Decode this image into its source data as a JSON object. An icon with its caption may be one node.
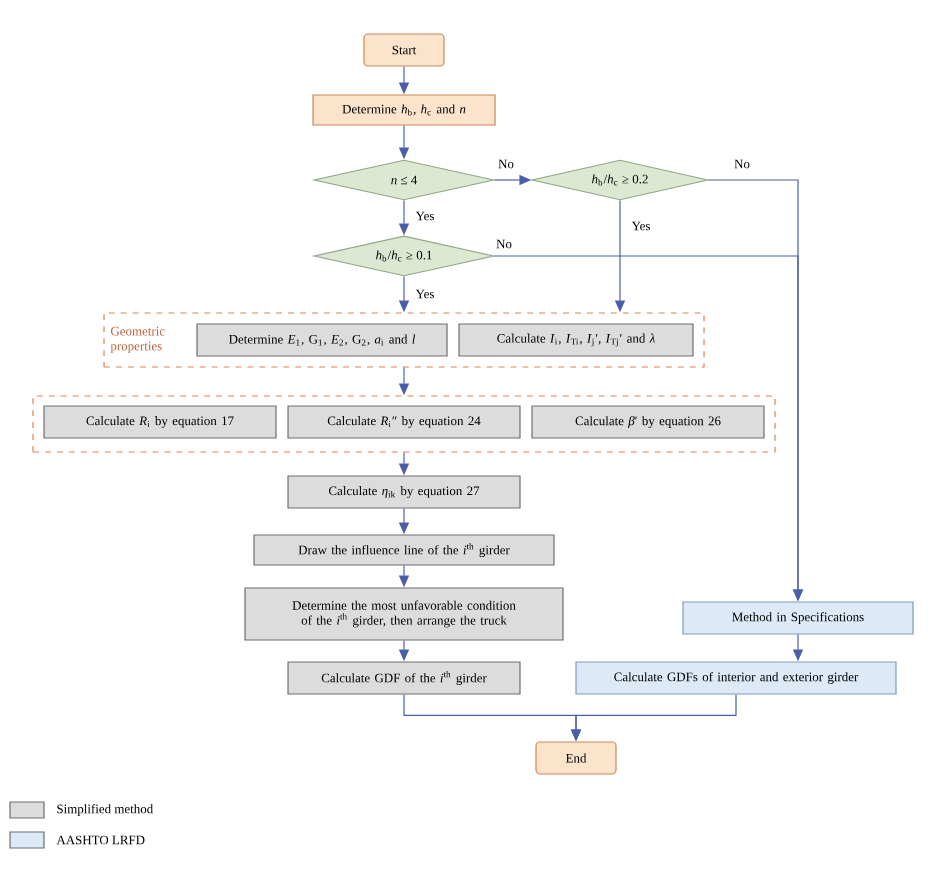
{
  "diagram": {
    "nodes": [
      {
        "text": [
          "Start"
        ]
      },
      {
        "text": [
          "Determine *h*$_{b}$, *h*$_{c}$ and *n*"
        ]
      },
      {
        "text": [
          "*n* ≤ 4"
        ]
      },
      {
        "text": [
          "*h*$_{b}$/*h*$_{c}$ ≥ 0.2"
        ]
      },
      {
        "text": [
          "*h*$_{b}$/*h*$_{c}$ ≥ 0.1"
        ]
      },
      {
        "text": [
          "Geometric properties"
        ]
      },
      {
        "text": [
          "Determine *E*$_{1}$, G$_{1}$, *E*$_{2}$, G$_{2}$, *a*$_{i}$ and *l*"
        ],
        "in": 5
      },
      {
        "text": [
          "Calculate *I*$_{i}$, *I*$_{Ti}$, *I*$_{j}$′, *I*$_{Tj}$′ and *λ*"
        ],
        "in": 5
      },
      {
        "text": [],
        "shape": "box"
      },
      {
        "text": [
          "Calculate *R*$_{i}$ by equation 17"
        ],
        "in": 8
      },
      {
        "text": [
          "Calculate *R*$_{i}$″ by equation 24"
        ],
        "in": 8
      },
      {
        "text": [
          "Calculate *β*′ by equation 26"
        ],
        "in": 8
      },
      {
        "text": [
          "Calculate *η*$_{ik}$ by equation 27"
        ]
      },
      {
        "text": [
          "Draw the influence line of the *i*$^{th}$ girder"
        ]
      },
      {
        "text": [
          "Determine the most unfavorable condition of the *i*$^{th}$ girder, then arrange the truck"
        ]
      },
      {
        "text": [
          "Calculate GDF of the *i*$^{th}$ girder"
        ]
      },
      {
        "text": [
          "Method in Specifications"
        ]
      },
      {
        "text": [
          "Calculate GDFs of interior and exterior girder"
        ]
      },
      {
        "text": [
          "End"
        ]
      }
    ],
    "edges": [
      {
        "from": 0,
        "to": 1,
        "arrow": "to"
      },
      {
        "from": 1,
        "to": 2,
        "arrow": "to"
      },
      {
        "from": 2,
        "to": 3,
        "arrow": "to",
        "label": "No"
      },
      {
        "from": 2,
        "to": 4,
        "arrow": "to",
        "label": "Yes"
      },
      {
        "from": 3,
        "to": 16,
        "arrow": "to",
        "label": "No"
      },
      {
        "from": 3,
        "to": 5,
        "arrow": "to",
        "label": "Yes"
      },
      {
        "from": 4,
        "to": 16,
        "arrow": "to",
        "label": "No"
      },
      {
        "from": 4,
        "to": 5,
        "arrow": "to",
        "label": "Yes"
      },
      {
        "from": 5,
        "to": 8,
        "arrow": "to"
      },
      {
        "from": 8,
        "to": 12,
        "arrow": "to"
      },
      {
        "from": 12,
        "to": 13,
        "arrow": "to"
      },
      {
        "from": 13,
        "to": 14,
        "arrow": "to"
      },
      {
        "from": 14,
        "to": 15,
        "arrow": "to"
      },
      {
        "from": 16,
        "to": 17,
        "arrow": "to"
      },
      {
        "from": 15,
        "to": 18,
        "arrow": "to"
      },
      {
        "from": 17,
        "to": 18,
        "arrow": "to"
      }
    ],
    "legend": [
      {
        "text": "Simplified method",
        "color": "#dcdcdc"
      },
      {
        "text": "AASHTO LRFD",
        "color": "#dde9f6"
      }
    ]
  }
}
